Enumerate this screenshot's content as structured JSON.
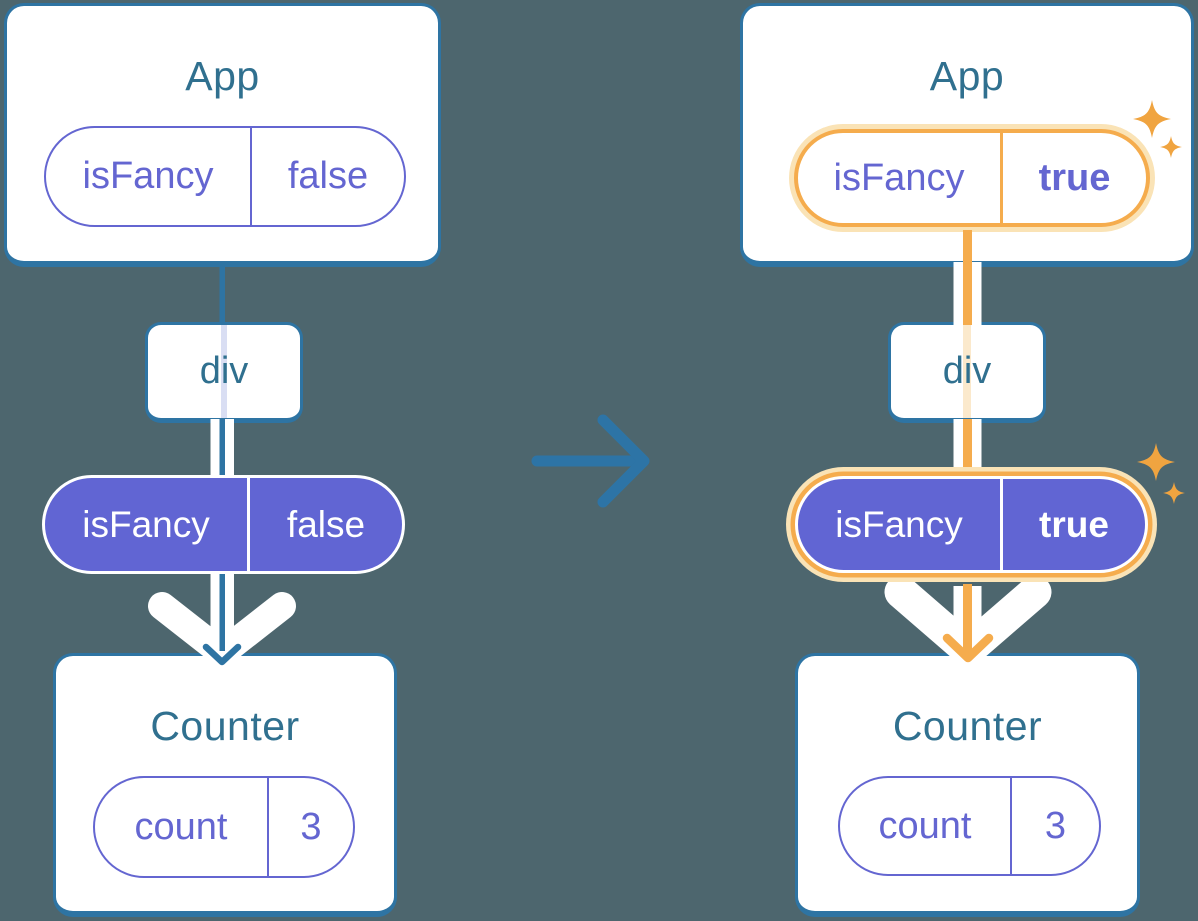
{
  "colors": {
    "background": "#4D666E",
    "card_border": "#2E74A3",
    "card_title": "#30708F",
    "purple": "#6466D1",
    "purple_fill": "#6165D3",
    "white": "#FFFFFF",
    "orange": "#F5AC4D",
    "orange_glow": "#FAE3B6",
    "sparkle": "#F0A440",
    "flow_blue": "#2E74A3",
    "faint_lavender": "#D9DEF3",
    "faint_cream": "#FBE9CC",
    "transition_arrow": "#2D74A6"
  },
  "before": {
    "app": {
      "title": "App",
      "prop_name": "isFancy",
      "prop_value": "false"
    },
    "container": {
      "label": "div"
    },
    "passed_prop": {
      "name": "isFancy",
      "value": "false"
    },
    "counter": {
      "title": "Counter",
      "state_name": "count",
      "state_value": "3"
    }
  },
  "after": {
    "app": {
      "title": "App",
      "prop_name": "isFancy",
      "prop_value": "true"
    },
    "container": {
      "label": "div"
    },
    "passed_prop": {
      "name": "isFancy",
      "value": "true"
    },
    "counter": {
      "title": "Counter",
      "state_name": "count",
      "state_value": "3"
    }
  }
}
